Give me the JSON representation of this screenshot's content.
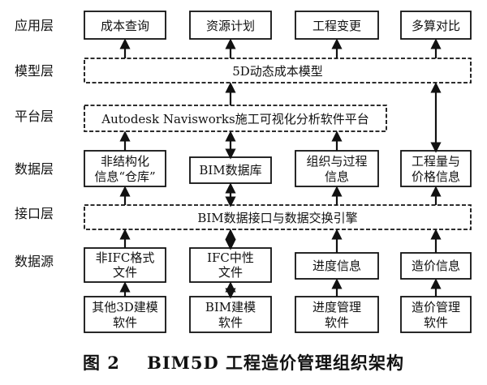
{
  "layers": [
    {
      "label": "应用层"
    },
    {
      "label": "模型层"
    },
    {
      "label": "平台层"
    },
    {
      "label": "数据层"
    },
    {
      "label": "接口层"
    },
    {
      "label": "数据源"
    }
  ],
  "application": [
    "成本查询",
    "资源计划",
    "工程变更",
    "多算对比"
  ],
  "model_band": "5D动态成本模型",
  "platform_band": "Autodesk Navisworks施工可视化分析软件平台",
  "data_layer": [
    [
      "非结构化",
      "信息“仓库”"
    ],
    [
      "BIM数据库"
    ],
    [
      "组织与过程",
      "信息"
    ],
    [
      "工程量与",
      "价格信息"
    ]
  ],
  "interface_band": "BIM数据接口与数据交换引擎",
  "source_top": [
    [
      "非IFC格式",
      "文件"
    ],
    [
      "IFC中性",
      "文件"
    ],
    [
      "进度信息"
    ],
    [
      "造价信息"
    ]
  ],
  "source_bottom": [
    [
      "其他3D建模",
      "软件"
    ],
    [
      "BIM建模",
      "软件"
    ],
    [
      "进度管理",
      "软件"
    ],
    [
      "造价管理",
      "软件"
    ]
  ],
  "caption": "图 2    BIM5D 工程造价管理组织架构"
}
